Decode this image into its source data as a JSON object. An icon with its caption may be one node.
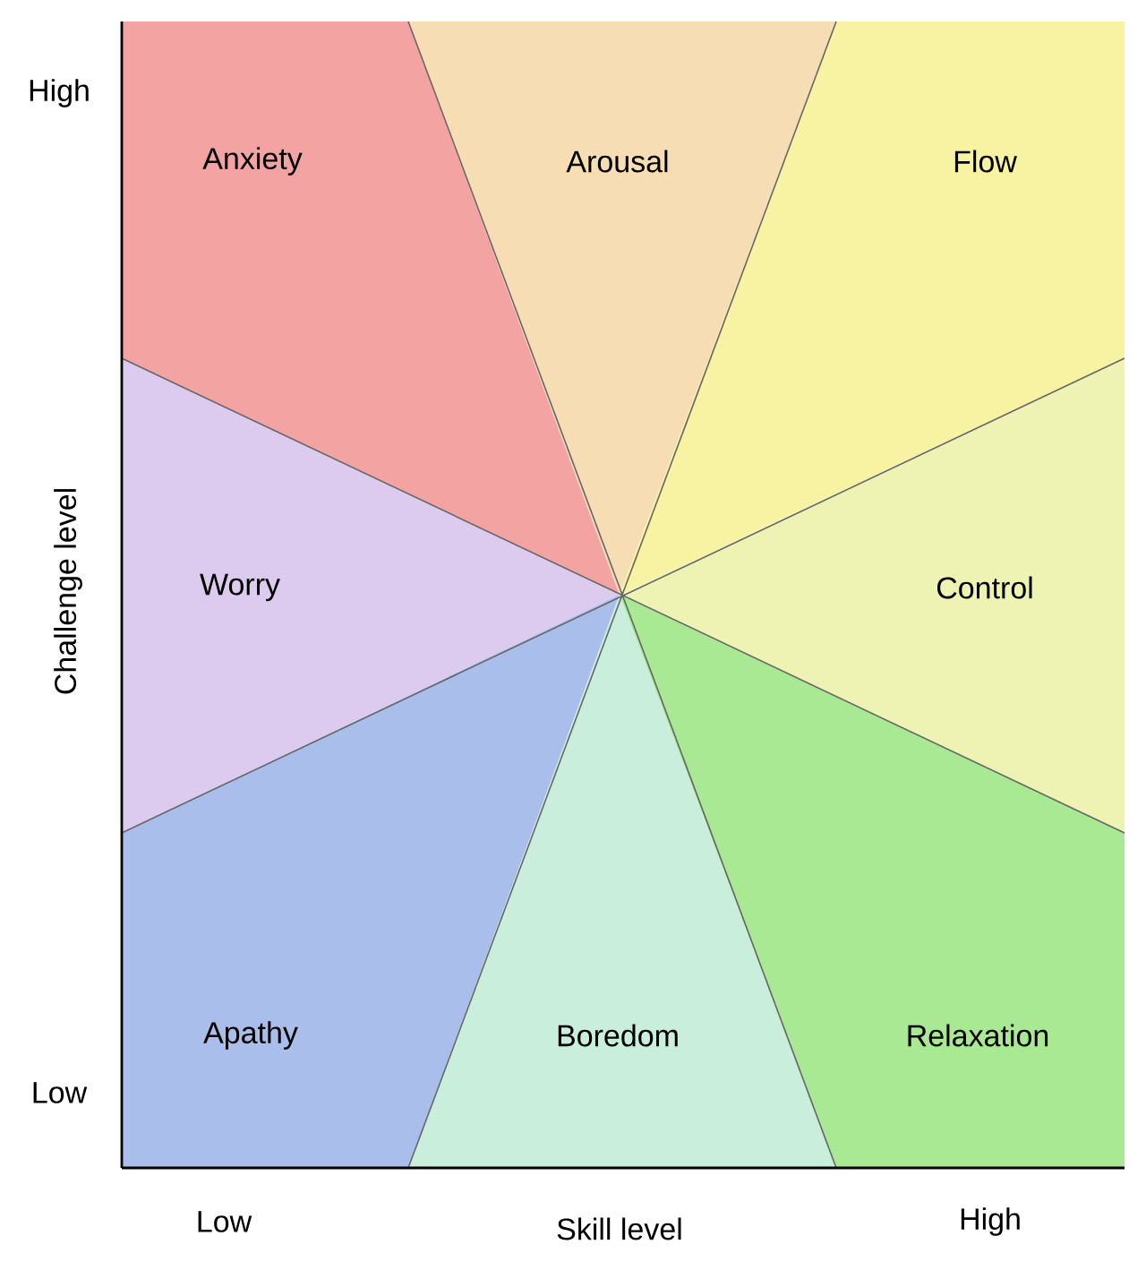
{
  "diagram": {
    "nodes": [
      {
        "text": [
          "Anxiety"
        ]
      },
      {
        "text": [
          "Arousal"
        ]
      },
      {
        "text": [
          "Flow"
        ]
      },
      {
        "text": [
          "Worry"
        ]
      },
      {
        "text": [
          "Control"
        ]
      },
      {
        "text": [
          "Apathy"
        ]
      },
      {
        "text": [
          "Boredom"
        ]
      },
      {
        "text": [
          "Relaxation"
        ]
      }
    ],
    "labels": [
      "High",
      "Challenge level",
      "Low",
      "Low",
      "Skill level",
      "High"
    ]
  }
}
